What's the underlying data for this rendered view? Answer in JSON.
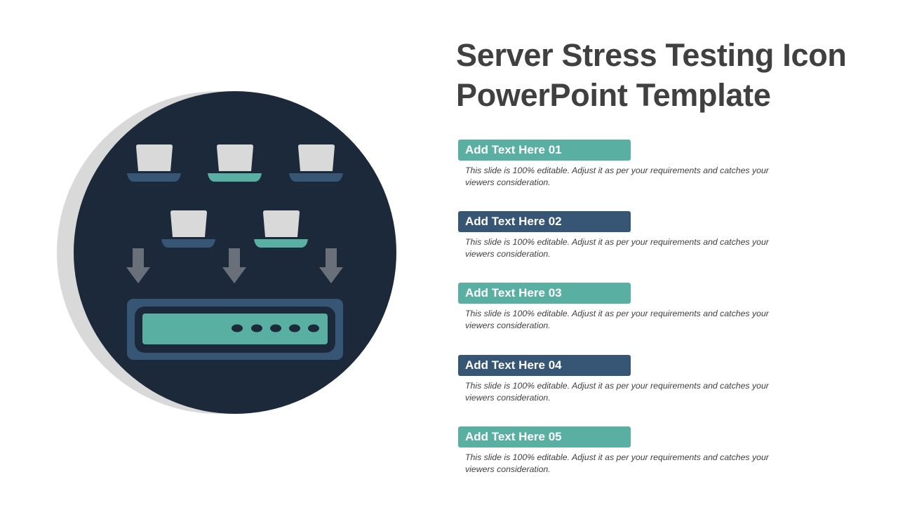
{
  "title": "Server Stress Testing Icon PowerPoint Template",
  "colors": {
    "teal": "#5aafa3",
    "navy": "#375574",
    "dark": "#1c293b",
    "shadow": "#d9d9d9",
    "cup": "#d9d9d9",
    "arrow": "#6a707a"
  },
  "icon": "server-stress-testing-icon",
  "items": [
    {
      "label": "Add Text Here 01",
      "text": "This slide is 100% editable. Adjust it as per your requirements and catches your viewers consideration.",
      "color": "#5aafa3"
    },
    {
      "label": "Add Text Here 02",
      "text": "This slide is 100% editable. Adjust it as per your requirements and catches your viewers consideration.",
      "color": "#375574"
    },
    {
      "label": "Add Text Here 03",
      "text": "This slide is 100% editable. Adjust it as per your requirements and catches your viewers consideration.",
      "color": "#5aafa3"
    },
    {
      "label": "Add Text Here 04",
      "text": "This slide is 100% editable. Adjust it as per your requirements and catches your viewers consideration.",
      "color": "#375574"
    },
    {
      "label": "Add Text Here 05",
      "text": "This slide is 100% editable. Adjust it as per your requirements and catches your viewers consideration.",
      "color": "#5aafa3"
    }
  ]
}
